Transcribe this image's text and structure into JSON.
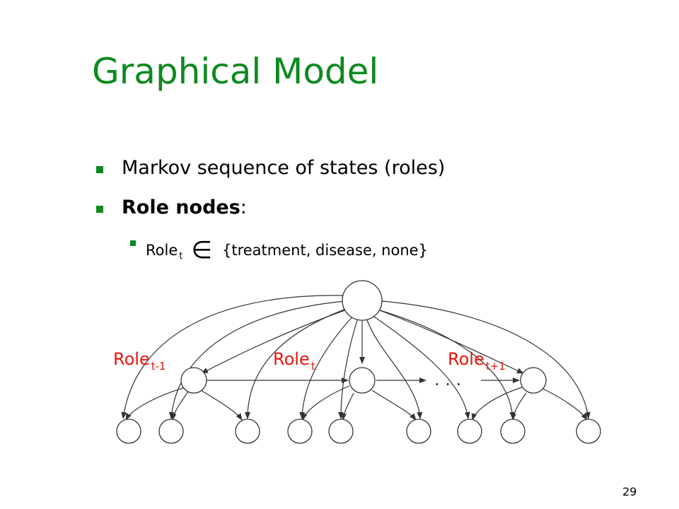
{
  "slide": {
    "title": "Graphical Model",
    "bullets": {
      "b1": "Markov sequence of states (roles)",
      "b2_bold": "Role nodes",
      "b2_rest": ":",
      "b3_main": "Role",
      "b3_sub": "t",
      "b3_symbol": "∈",
      "b3_set": "{treatment, disease, none}"
    },
    "diagram": {
      "labels": [
        {
          "main": "Role",
          "sub": "t-1"
        },
        {
          "main": "Role",
          "sub": "t"
        },
        {
          "main": "Role",
          "sub": "t+1"
        }
      ],
      "ellipsis": ". . ."
    },
    "page_number": "29",
    "colors": {
      "title": "#0c8a1e",
      "bullet_marker": "#0c8a1e",
      "role_label": "#e8150a",
      "graph_stroke": "#333333"
    }
  }
}
